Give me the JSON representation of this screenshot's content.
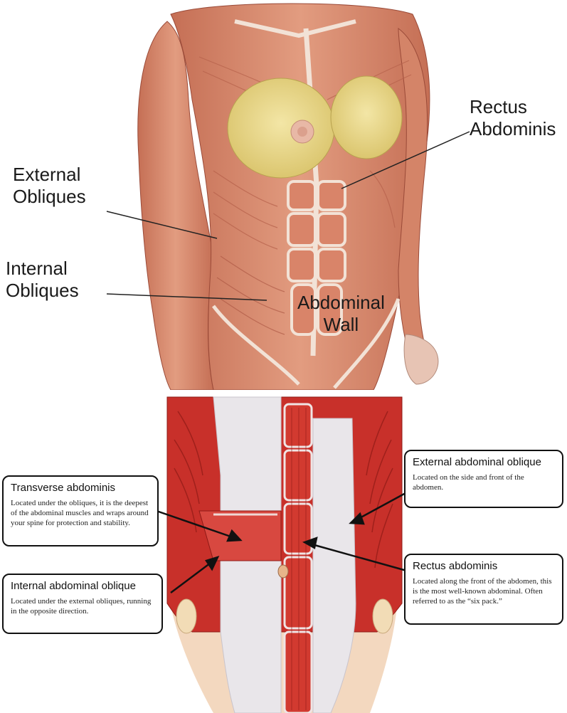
{
  "top": {
    "labels": {
      "rectus_abdominis": "Rectus\nAbdominis",
      "external_obliques": "External\nObliques",
      "internal_obliques": "Internal\nObliques",
      "abdominal_wall": "Abdominal\nWall"
    },
    "colors": {
      "muscle": "#d98a6e",
      "muscle_dark": "#b5604a",
      "fat": "#ead98a",
      "tendon": "#f2e2d6"
    }
  },
  "bottom": {
    "callouts": {
      "transverse": {
        "title": "Transverse abdominis",
        "text": "Located under the obliques, it is the deepest of the abdominal muscles and wraps around your spine for protection and stability."
      },
      "internal": {
        "title": "Internal abdominal oblique",
        "text": "Located under the external obliques, running in the opposite direction."
      },
      "external": {
        "title": "External abdominal oblique",
        "text": "Located on the side and front of the abdomen."
      },
      "rectus": {
        "title": "Rectus abdominis",
        "text": "Located along the front of the abdomen, this is the most well-known abdominal. Often referred to as the “six pack.”"
      }
    },
    "colors": {
      "muscle": "#c8302a",
      "muscle_dark": "#8e1a16",
      "fascia": "#e9e6ea",
      "skin": "#f3d8bf"
    }
  }
}
